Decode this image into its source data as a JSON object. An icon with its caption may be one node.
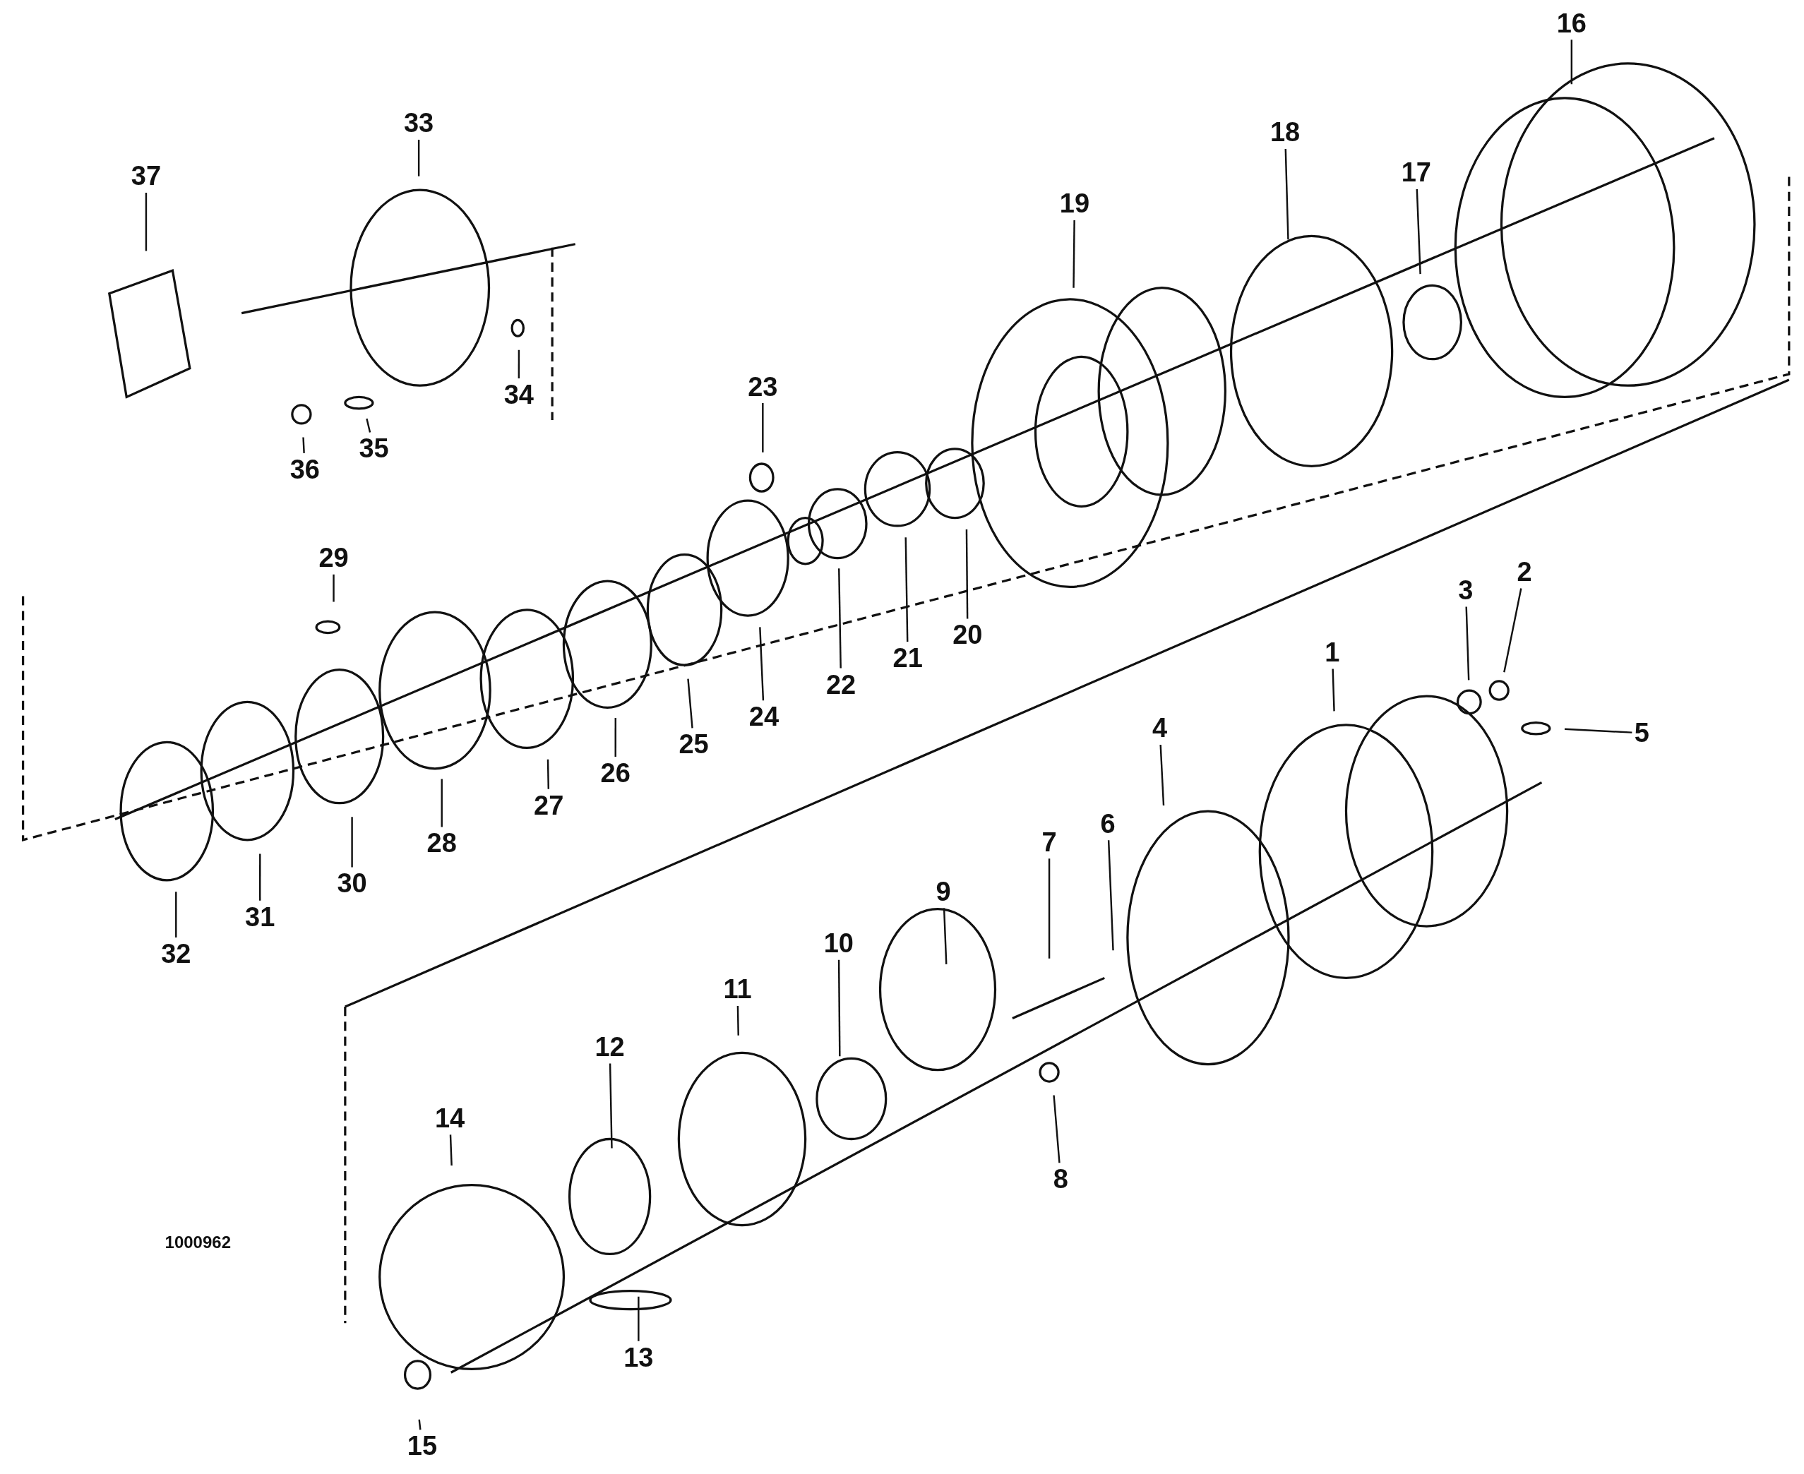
{
  "diagram": {
    "nodes": [
      {
        "text": [
          "1"
        ]
      },
      {
        "text": [
          "2"
        ]
      },
      {
        "text": [
          "3"
        ]
      },
      {
        "text": [
          "4"
        ]
      },
      {
        "text": [
          "5"
        ]
      },
      {
        "text": [
          "6"
        ]
      },
      {
        "text": [
          "7"
        ]
      },
      {
        "text": [
          "8"
        ]
      },
      {
        "text": [
          "9"
        ]
      },
      {
        "text": [
          "10"
        ]
      },
      {
        "text": [
          "11"
        ]
      },
      {
        "text": [
          "12"
        ]
      },
      {
        "text": [
          "13"
        ]
      },
      {
        "text": [
          "14"
        ]
      },
      {
        "text": [
          "15"
        ]
      },
      {
        "text": [
          "16"
        ]
      },
      {
        "text": [
          "17"
        ]
      },
      {
        "text": [
          "18"
        ]
      },
      {
        "text": [
          "19"
        ]
      },
      {
        "text": [
          "20"
        ]
      },
      {
        "text": [
          "21"
        ]
      },
      {
        "text": [
          "22"
        ]
      },
      {
        "text": [
          "23"
        ]
      },
      {
        "text": [
          "24"
        ]
      },
      {
        "text": [
          "25"
        ]
      },
      {
        "text": [
          "26"
        ]
      },
      {
        "text": [
          "27"
        ]
      },
      {
        "text": [
          "28"
        ]
      },
      {
        "text": [
          "29"
        ]
      },
      {
        "text": [
          "30"
        ]
      },
      {
        "text": [
          "31"
        ]
      },
      {
        "text": [
          "32"
        ]
      },
      {
        "text": [
          "33"
        ]
      },
      {
        "text": [
          "34"
        ]
      },
      {
        "text": [
          "35"
        ]
      },
      {
        "text": [
          "36"
        ]
      },
      {
        "text": [
          "37"
        ]
      }
    ],
    "edges": [
      {
        "from": 0,
        "to": null,
        "arrow": "none"
      },
      {
        "from": 1,
        "to": null,
        "arrow": "none"
      },
      {
        "from": 2,
        "to": null,
        "arrow": "none"
      },
      {
        "from": 3,
        "to": null,
        "arrow": "none"
      },
      {
        "from": 4,
        "to": null,
        "arrow": "none"
      },
      {
        "from": 5,
        "to": null,
        "arrow": "none"
      },
      {
        "from": 6,
        "to": null,
        "arrow": "none"
      },
      {
        "from": 7,
        "to": null,
        "arrow": "none"
      },
      {
        "from": 8,
        "to": null,
        "arrow": "none"
      },
      {
        "from": 9,
        "to": null,
        "arrow": "none"
      },
      {
        "from": 10,
        "to": null,
        "arrow": "none"
      },
      {
        "from": 11,
        "to": null,
        "arrow": "none"
      },
      {
        "from": 12,
        "to": null,
        "arrow": "none"
      },
      {
        "from": 13,
        "to": null,
        "arrow": "none"
      },
      {
        "from": 14,
        "to": null,
        "arrow": "none"
      },
      {
        "from": 15,
        "to": null,
        "arrow": "none"
      },
      {
        "from": 16,
        "to": null,
        "arrow": "none"
      },
      {
        "from": 17,
        "to": null,
        "arrow": "none"
      },
      {
        "from": 18,
        "to": null,
        "arrow": "none"
      },
      {
        "from": 19,
        "to": null,
        "arrow": "none"
      },
      {
        "from": 20,
        "to": null,
        "arrow": "none"
      },
      {
        "from": 21,
        "to": null,
        "arrow": "none"
      },
      {
        "from": 22,
        "to": null,
        "arrow": "none"
      },
      {
        "from": 23,
        "to": null,
        "arrow": "none"
      },
      {
        "from": 24,
        "to": null,
        "arrow": "none"
      },
      {
        "from": 25,
        "to": null,
        "arrow": "none"
      },
      {
        "from": 26,
        "to": null,
        "arrow": "none"
      },
      {
        "from": 27,
        "to": null,
        "arrow": "none"
      },
      {
        "from": 28,
        "to": null,
        "arrow": "none"
      },
      {
        "from": 29,
        "to": null,
        "arrow": "none"
      },
      {
        "from": 30,
        "to": null,
        "arrow": "none"
      },
      {
        "from": 31,
        "to": null,
        "arrow": "none"
      },
      {
        "from": 32,
        "to": null,
        "arrow": "none"
      },
      {
        "from": 33,
        "to": null,
        "arrow": "none"
      },
      {
        "from": 34,
        "to": null,
        "arrow": "none"
      },
      {
        "from": 35,
        "to": null,
        "arrow": "none"
      },
      {
        "from": 36,
        "to": null,
        "arrow": "none"
      }
    ],
    "labels": [
      "1000962"
    ]
  }
}
